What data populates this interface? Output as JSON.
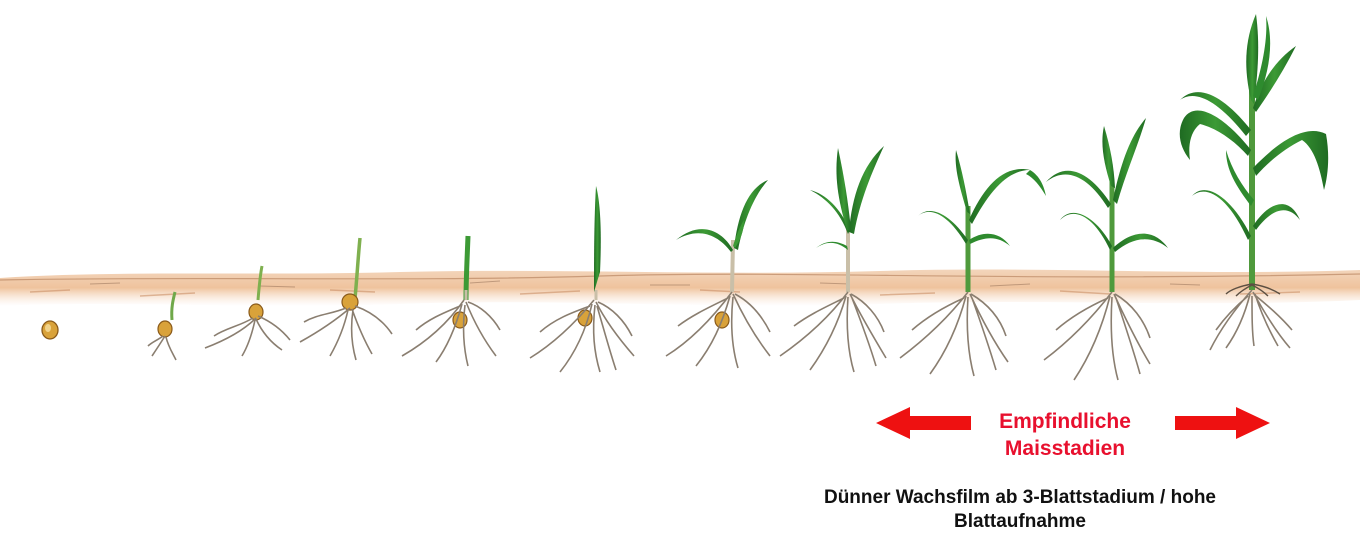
{
  "diagram": {
    "stages": [
      {
        "stage": "seed"
      },
      {
        "stage": "germination"
      },
      {
        "stage": "radicle-and-shoot"
      },
      {
        "stage": "coleoptile"
      },
      {
        "stage": "coleoptile-emerged"
      },
      {
        "stage": "first-leaf-rolled"
      },
      {
        "stage": "2-leaf"
      },
      {
        "stage": "3-leaf"
      },
      {
        "stage": "4-leaf"
      },
      {
        "stage": "5-leaf"
      },
      {
        "stage": "6-leaf"
      }
    ],
    "sensitive_label": {
      "line1": "Empfindliche",
      "line2": "Maisstadien"
    },
    "caption": {
      "line1": "Dünner Wachsfilm ab 3-Blattstadium / hohe",
      "line2": "Blattaufnahme"
    }
  },
  "colors": {
    "arrow": "#ee1111",
    "label": "#e8102e",
    "leaf": "#2e8b2e",
    "leaf_dark": "#1f6b22",
    "soil": "#efc8a6",
    "root": "#8a7e70",
    "seed": "#d9a23a"
  }
}
